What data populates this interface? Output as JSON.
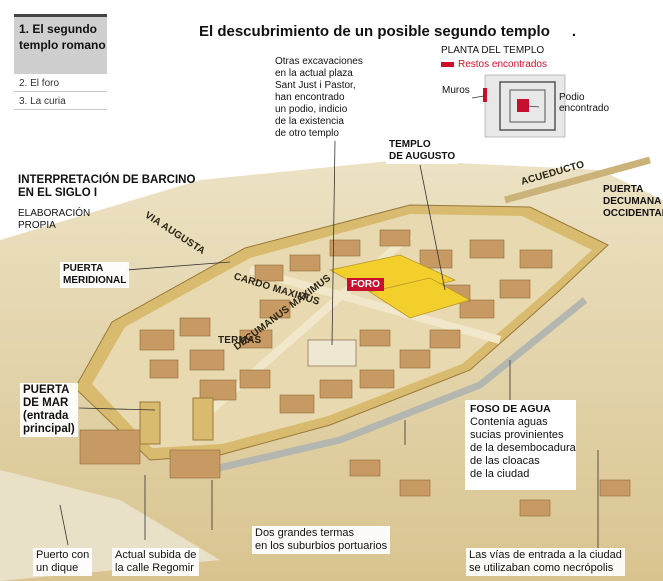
{
  "tabs": [
    {
      "label_line1": "1. El segundo",
      "label_line2": "templo romano",
      "active": true
    },
    {
      "label": "2. El foro",
      "active": false
    },
    {
      "label": "3. La curia",
      "active": false
    }
  ],
  "title": "El descubrimiento de un posible segundo templo",
  "title_mark": ".",
  "plan": {
    "title": "PLANTA DEL TEMPLO",
    "legend": "Restos encontrados",
    "muros": "Muros",
    "podio": [
      "Podio",
      "encontrado"
    ]
  },
  "podio_note": [
    "Otras excavaciones",
    "en la actual plaza",
    "Sant Just i Pastor,",
    "han encontrado",
    "un podio, indicio",
    "de la existencia",
    "de otro templo"
  ],
  "interpretation": {
    "heading": [
      "INTERPRETACIÓN DE BARCINO",
      "EN EL SIGLO I"
    ],
    "sub": [
      "ELABORACIÓN",
      "PROPIA"
    ]
  },
  "labels": {
    "templo_augusto": [
      "TEMPLO",
      "DE AUGUSTO"
    ],
    "acueducto": "ACUEDUCTO",
    "puerta_decumana": [
      "PUERTA",
      "DECUMANA",
      "OCCIDENTAL"
    ],
    "via_augusta": "VIA AUGUSTA",
    "puerta_meridional": [
      "PUERTA",
      "MERIDIONAL"
    ],
    "cardo": "CARDO MAXIMUS",
    "foro": "FORO",
    "termas": "TERMAS",
    "decumanus": "DECUMANUS MAXIMUS",
    "puerta_mar": [
      "PUERTA",
      "DE MAR"
    ],
    "puerta_mar_note": [
      "(entrada",
      "principal)"
    ],
    "foso_title": "FOSO DE AGUA",
    "foso_text": [
      "Contenía aguas",
      "sucias provinientes",
      "de la desembocadura",
      "de las cloacas",
      "de la ciudad"
    ],
    "termas_sub": [
      "Dos grandes termas",
      "en los suburbios portuarios"
    ],
    "puerto": [
      "Puerto con",
      "un dique"
    ],
    "subida": [
      "Actual subida de",
      "la calle Regomir"
    ],
    "vias": [
      "Las vías de entrada a la ciudad",
      "se utilizaban como necrópolis"
    ]
  },
  "colors": {
    "accent_red": "#c8102e",
    "wall": "#d8bb6e",
    "ground": "#e6d7ae",
    "roof": "#c79a63",
    "forum": "#f2cf2a",
    "tab_active": "#cfcfcf"
  }
}
